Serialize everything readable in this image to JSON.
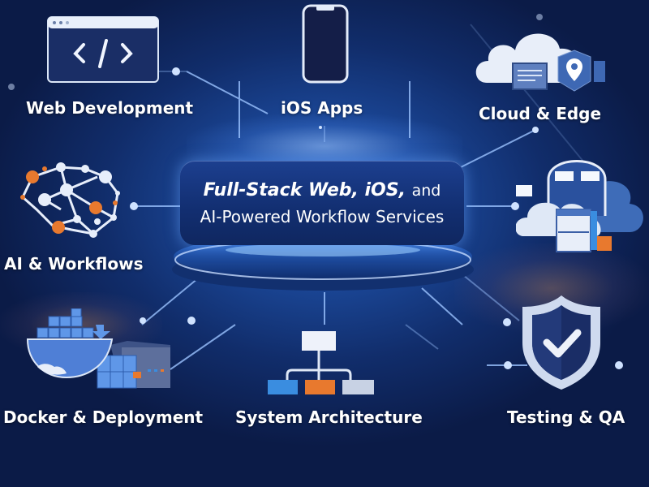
{
  "headline": {
    "line1_italic": "Full-Stack Web, iOS,",
    "line1_suffix": "and",
    "line2": "AI-Powered Workflow Services"
  },
  "services": [
    {
      "label": "Web Development",
      "icon": "code-window-icon"
    },
    {
      "label": "iOS Apps",
      "icon": "smartphone-icon"
    },
    {
      "label": "Cloud & Edge",
      "icon": "cloud-location-icon"
    },
    {
      "label": "AI & Workflows",
      "icon": "neural-brain-icon"
    },
    {
      "label": "",
      "icon": "cloud-server-icon"
    },
    {
      "label": "Docker & Deployment",
      "icon": "docker-container-icon"
    },
    {
      "label": "System Architecture",
      "icon": "hierarchy-diagram-icon"
    },
    {
      "label": "Testing & QA",
      "icon": "shield-check-icon"
    }
  ],
  "colors": {
    "background_center": "#2a63c2",
    "background_edge": "#0b1b47",
    "accent_orange": "#e8792e",
    "accent_blue": "#3a8de0",
    "icon_light": "#dbe6f7"
  }
}
